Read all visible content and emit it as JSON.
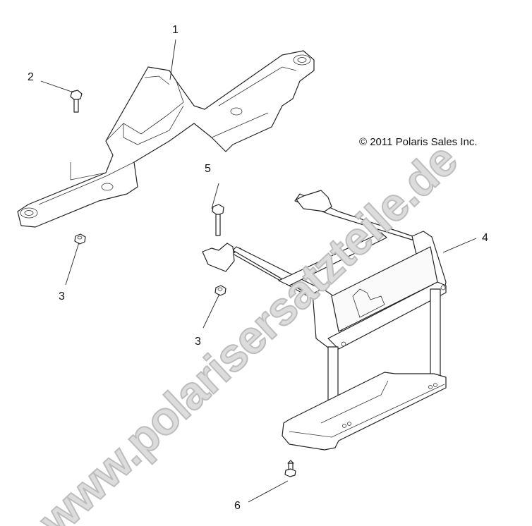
{
  "diagram": {
    "copyright": "© 2011 Polaris Sales Inc.",
    "watermark": "www.polarisersatzteile.de",
    "callouts": [
      {
        "id": "1",
        "label": "1",
        "part": "main-frame-bracket"
      },
      {
        "id": "2",
        "label": "2",
        "part": "flange-bolt-small"
      },
      {
        "id": "3a",
        "label": "3",
        "part": "flange-nut-left"
      },
      {
        "id": "3b",
        "label": "3",
        "part": "flange-nut-center"
      },
      {
        "id": "4",
        "label": "4",
        "part": "front-frame-support"
      },
      {
        "id": "5",
        "label": "5",
        "part": "flange-bolt-long"
      },
      {
        "id": "6",
        "label": "6",
        "part": "screw-self-tapping"
      }
    ]
  }
}
